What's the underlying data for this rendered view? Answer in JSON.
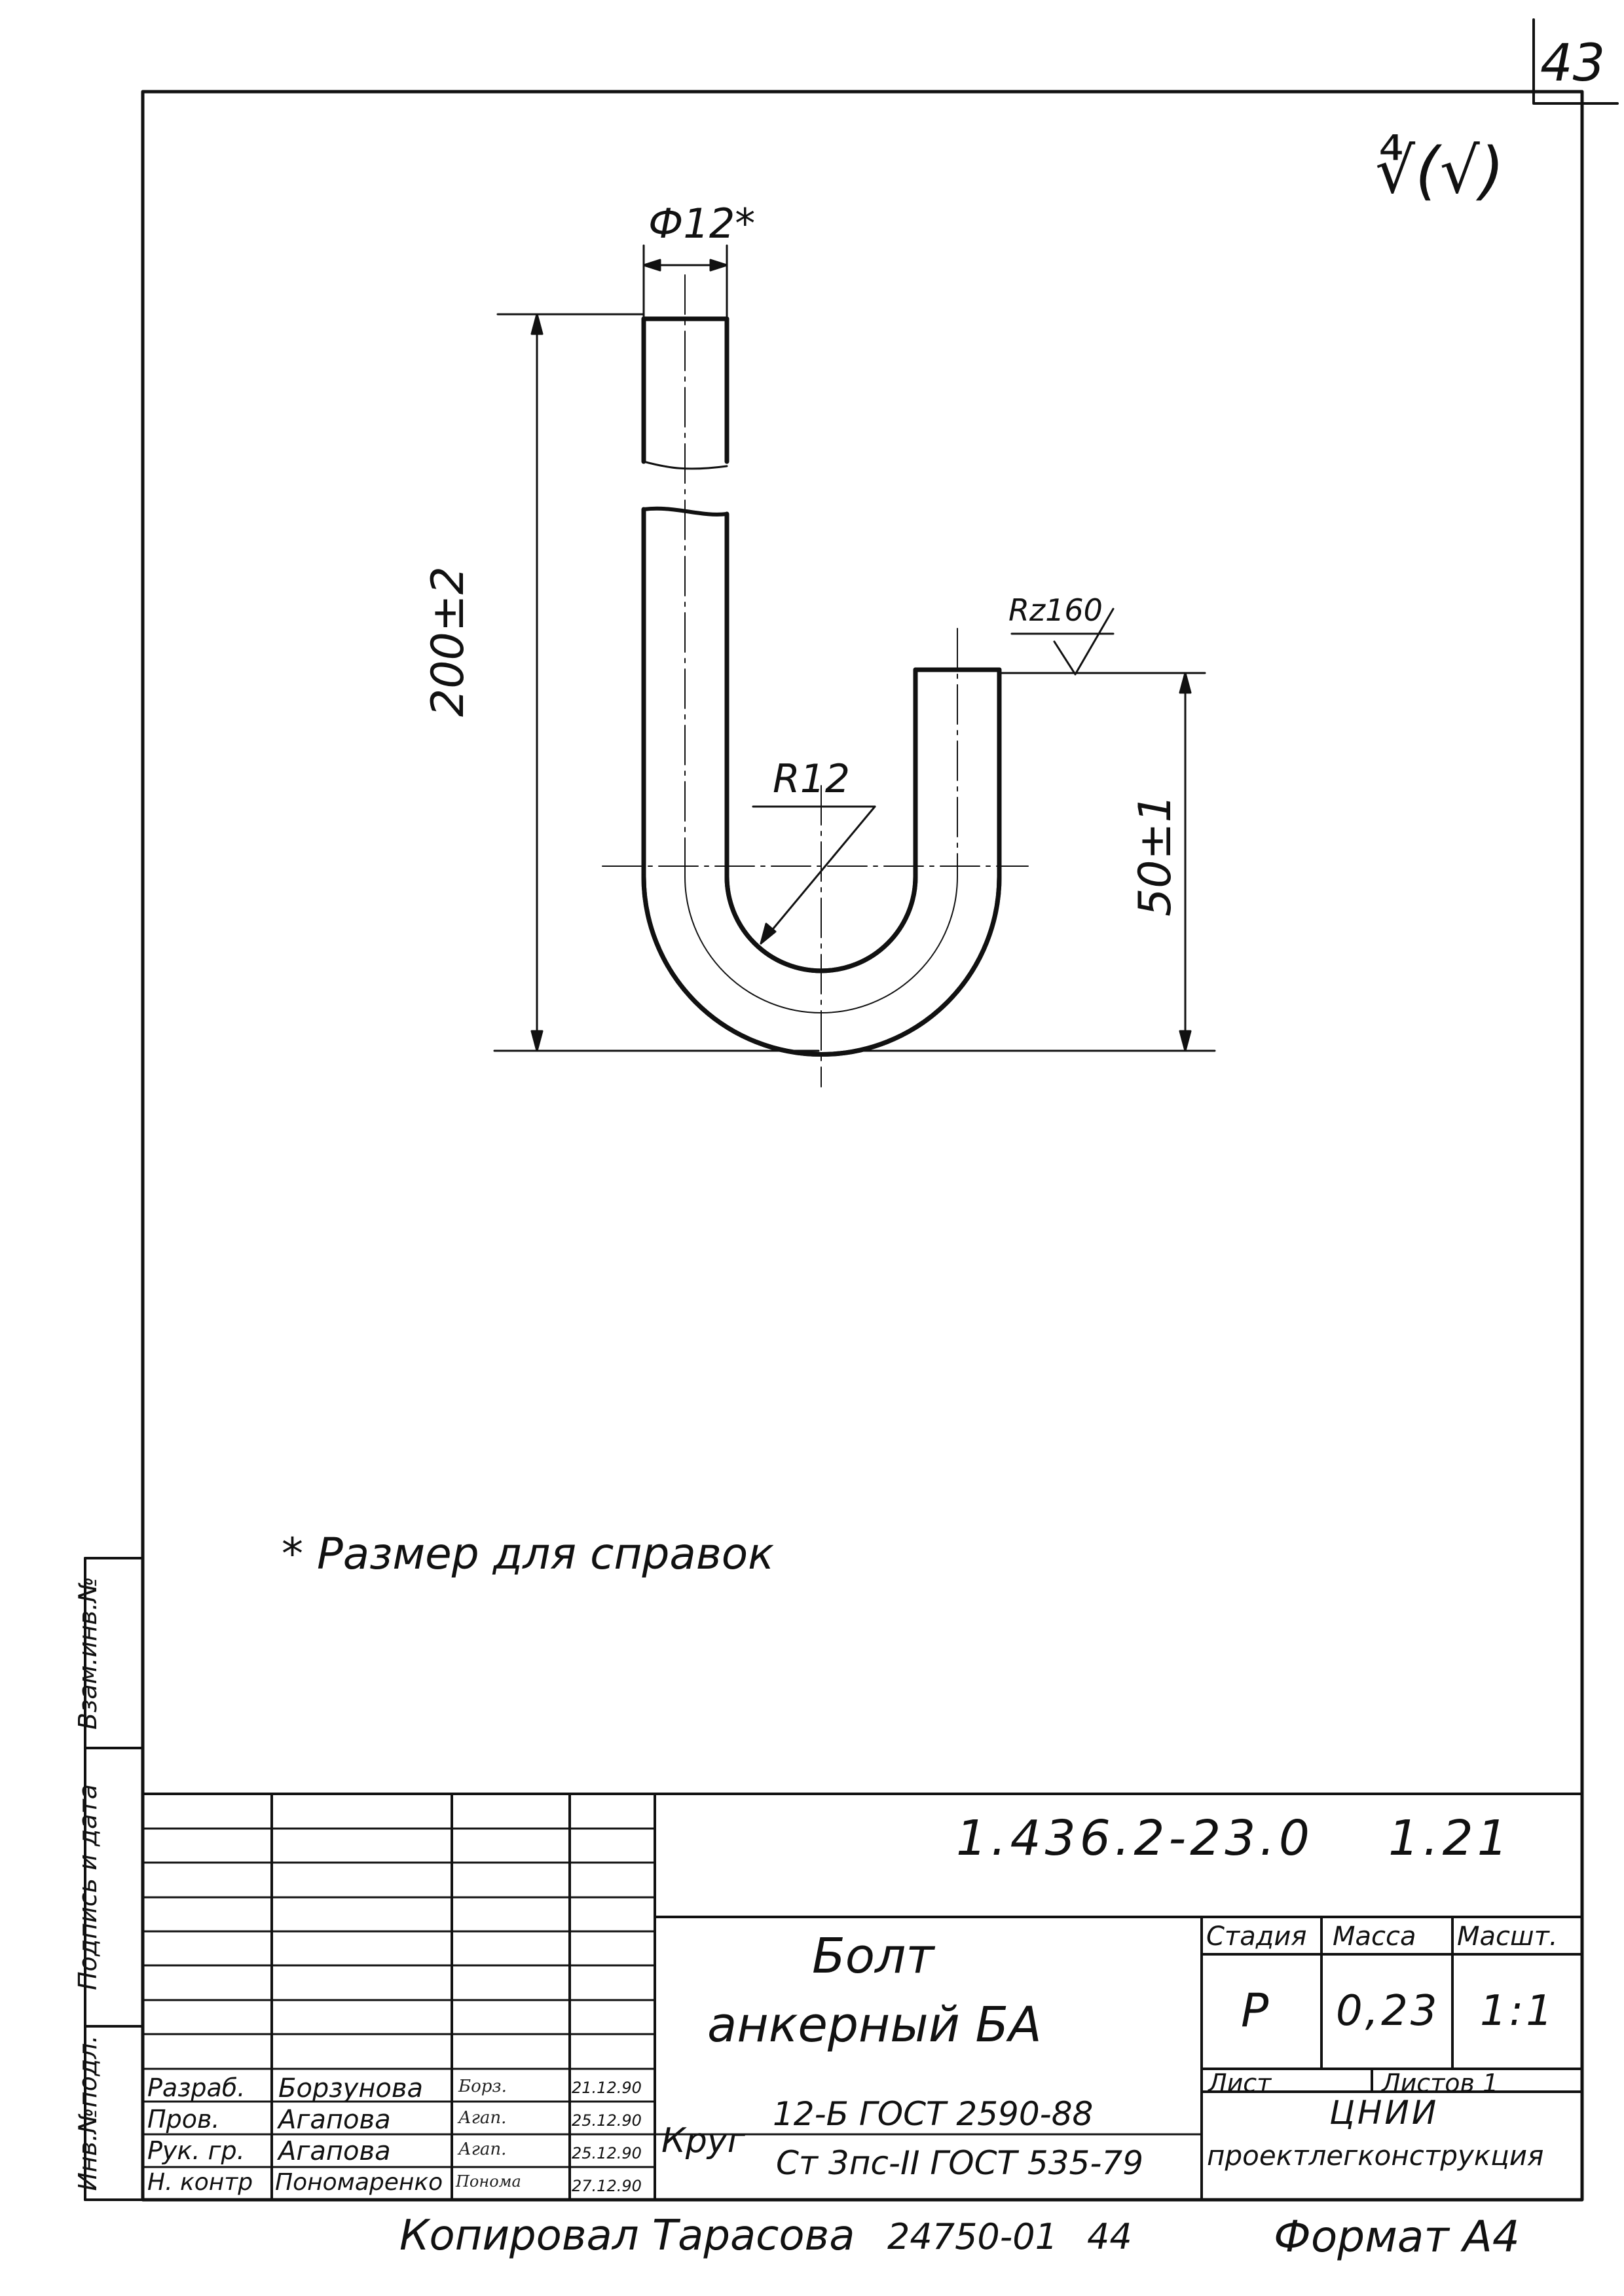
{
  "page_number": "43",
  "roughness_general": "∜(√)",
  "dimensions": {
    "diameter": "Ф12*",
    "length": "200±2",
    "leg_height": "50±1",
    "radius": "R12",
    "roughness_end": "Rz160"
  },
  "note": "* Размер для справок",
  "side_stamp": {
    "inv_podl": "Инв.№подл.",
    "podpis_data": "Подпись и дата",
    "vzam_inv": "Взам.инв.№"
  },
  "title_block": {
    "doc_code": "1.436.2-23.0",
    "sheet_ref": "1.21",
    "name_line1": "Болт",
    "name_line2": "анкерный БА",
    "stage_label": "Стадия",
    "mass_label": "Масса",
    "scale_label": "Масшт.",
    "stage_value": "Р",
    "mass_value": "0,23",
    "scale_value": "1:1",
    "sheet_label": "Лист",
    "sheets_label": "Листов 1",
    "org_line1": "ЦНИИ",
    "org_line2": "проектлегконструкция",
    "material_prefix": "Круг",
    "material_top": "12-Б ГОСТ 2590-88",
    "material_bottom": "Ст 3пс-II ГОСТ 535-79",
    "rows": [
      {
        "role": "Разраб.",
        "name": "Борзунова",
        "sign": "Борз.",
        "date": "21.12.90"
      },
      {
        "role": "Пров.",
        "name": "Агапова",
        "sign": "Агап.",
        "date": "25.12.90"
      },
      {
        "role": "Рук. гр.",
        "name": "Агапова",
        "sign": "Агап.",
        "date": "25.12.90"
      },
      {
        "role": "Н. контр",
        "name": "Пономаренко",
        "sign": "Понома",
        "date": "27.12.90"
      }
    ]
  },
  "footer": {
    "copied": "Копировал Тарасова",
    "number": "24750-01",
    "page": "44",
    "format": "Формат А4"
  }
}
